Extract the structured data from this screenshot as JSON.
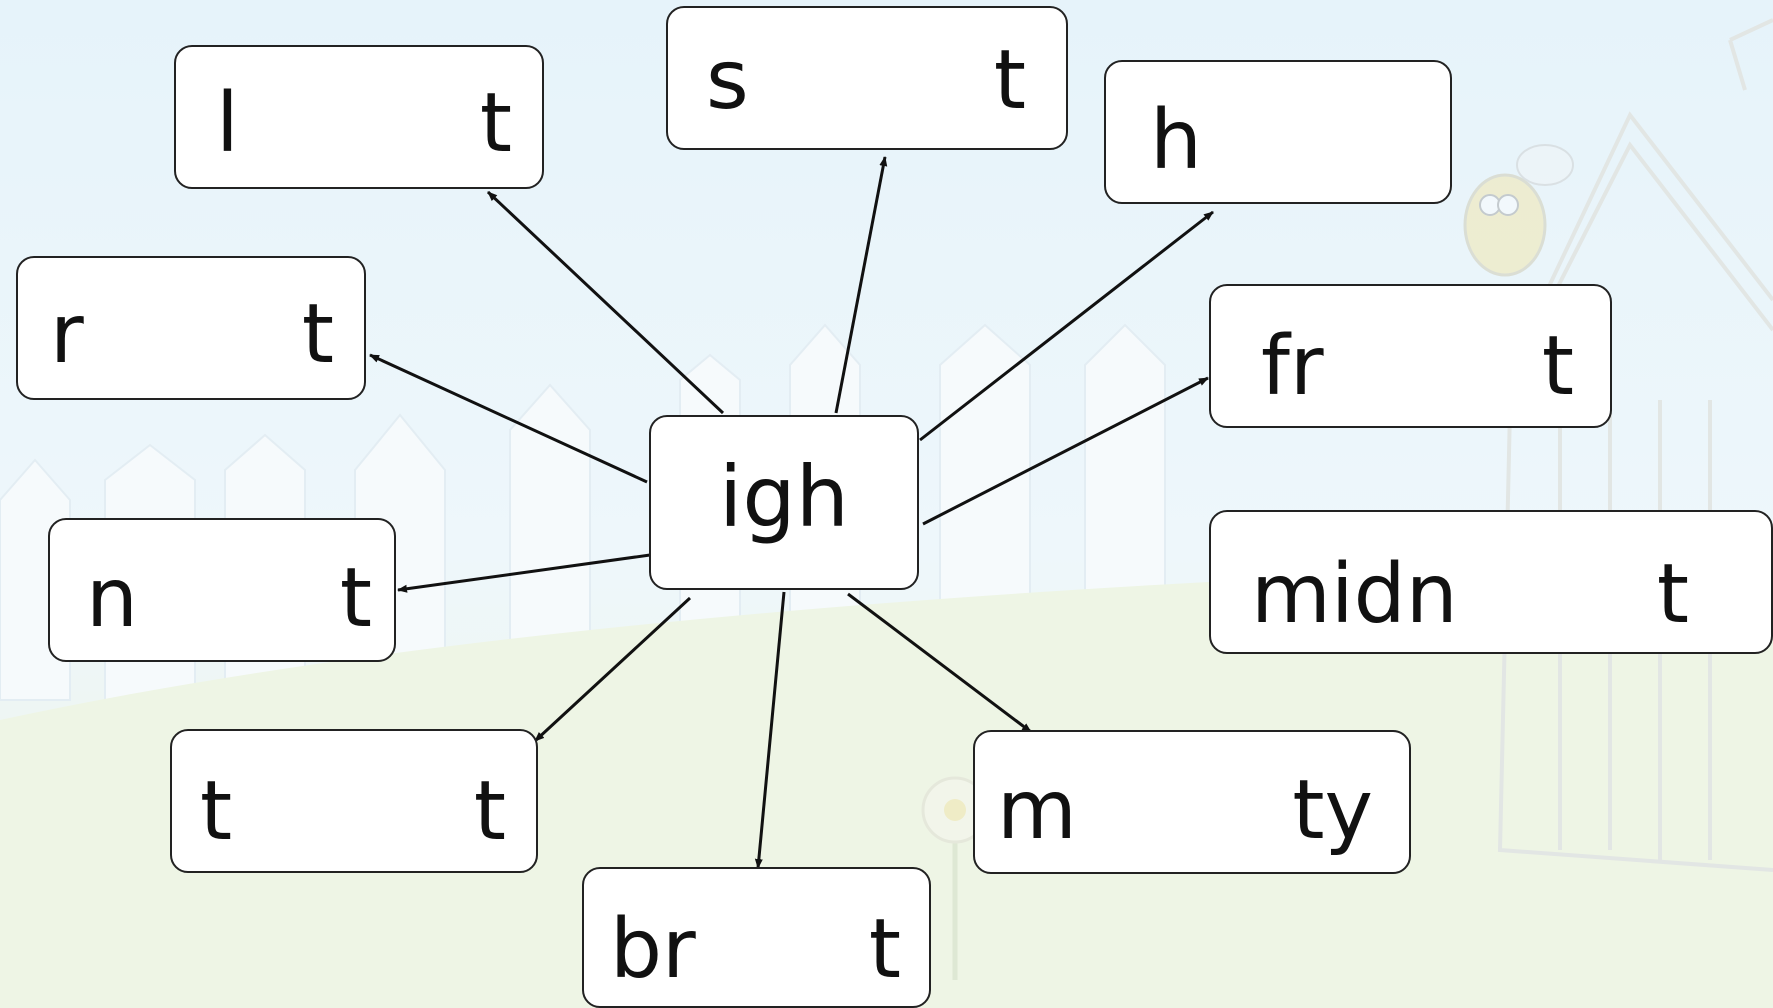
{
  "title": "igh word web",
  "center": {
    "label": "igh"
  },
  "words": [
    {
      "id": "l-t",
      "pre": "l",
      "post": "t"
    },
    {
      "id": "s-t",
      "pre": "s",
      "post": "t"
    },
    {
      "id": "h",
      "pre": "h",
      "post": ""
    },
    {
      "id": "r-t",
      "pre": "r",
      "post": "t"
    },
    {
      "id": "fr-t",
      "pre": "fr",
      "post": "t"
    },
    {
      "id": "n-t",
      "pre": "n",
      "post": "t"
    },
    {
      "id": "midn-t",
      "pre": "midn",
      "post": "t"
    },
    {
      "id": "t-t",
      "pre": "t",
      "post": "t"
    },
    {
      "id": "m-ty",
      "pre": "m",
      "post": "ty"
    },
    {
      "id": "br-t",
      "pre": "br",
      "post": "t"
    }
  ],
  "colors": {
    "sky": "#e6f3fa",
    "grass": "#eef5e6",
    "box_border": "#222222",
    "arrow": "#111111"
  }
}
